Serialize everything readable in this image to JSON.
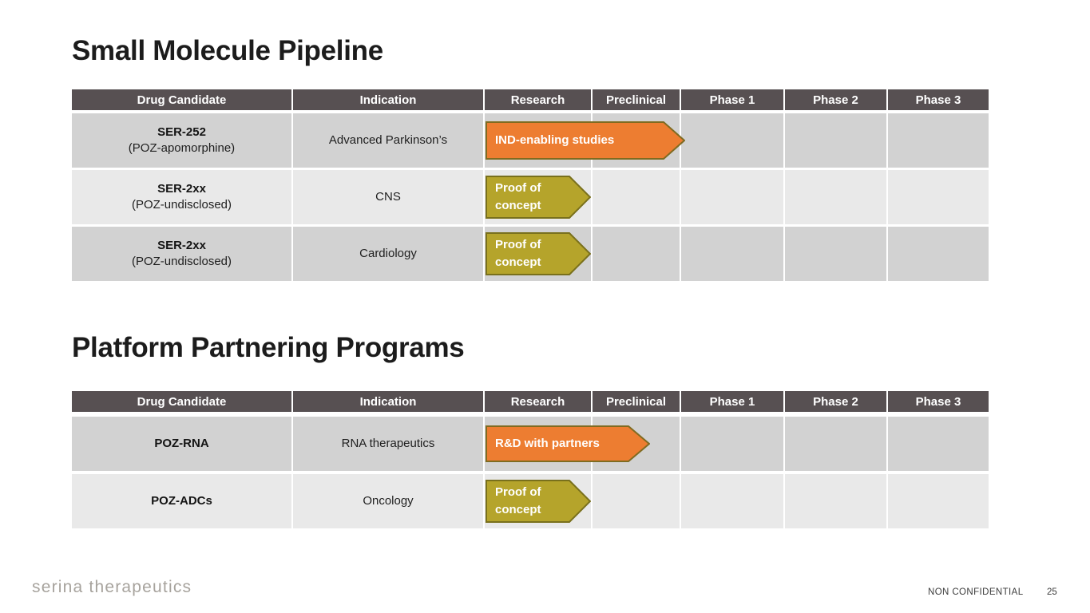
{
  "sections": [
    {
      "title": "Small Molecule Pipeline",
      "columns": [
        "Drug Candidate",
        "Indication",
        "Research",
        "Preclinical",
        "Phase 1",
        "Phase 2",
        "Phase 3"
      ],
      "rows": [
        {
          "candidate": "SER-252",
          "candidate_detail": "(POZ-apomorphine)",
          "indication": "Advanced Parkinson’s",
          "status_label": "IND-enabling studies",
          "status_color": "#ED7D31",
          "status_extent": "Research through Preclinical"
        },
        {
          "candidate": "SER-2xx",
          "candidate_detail": "(POZ-undisclosed)",
          "indication": "CNS",
          "status_label": "Proof of concept",
          "status_color": "#B5A42B",
          "status_extent": "Research"
        },
        {
          "candidate": "SER-2xx",
          "candidate_detail": "(POZ-undisclosed)",
          "indication": "Cardiology",
          "status_label": "Proof of concept",
          "status_color": "#B5A42B",
          "status_extent": "Research"
        }
      ]
    },
    {
      "title": "Platform Partnering Programs",
      "columns": [
        "Drug Candidate",
        "Indication",
        "Research",
        "Preclinical",
        "Phase 1",
        "Phase 2",
        "Phase 3"
      ],
      "rows": [
        {
          "candidate": "POZ-RNA",
          "candidate_detail": "",
          "indication": "RNA therapeutics",
          "status_label": "R&D with partners",
          "status_color": "#ED7D31",
          "status_extent": "Research into Preclinical"
        },
        {
          "candidate": "POZ-ADCs",
          "candidate_detail": "",
          "indication": "Oncology",
          "status_label": "Proof of concept",
          "status_color": "#B5A42B",
          "status_extent": "Research"
        }
      ]
    }
  ],
  "footer": {
    "logo_text": "serina therapeutics",
    "classification_label": "NON CONFIDENTIAL",
    "page_number": "25"
  },
  "colors": {
    "header_bg": "#575052",
    "header_text": "#ffffff",
    "row_dark": "#d2d2d2",
    "row_light": "#e9e9e9",
    "arrow_orange": "#ED7D31",
    "arrow_olive": "#B5A42B",
    "arrow_border_orange": "#7F6B21",
    "arrow_border_olive": "#79701C",
    "title_text": "#1c1c1c",
    "logo_text": "#a7a39d"
  }
}
